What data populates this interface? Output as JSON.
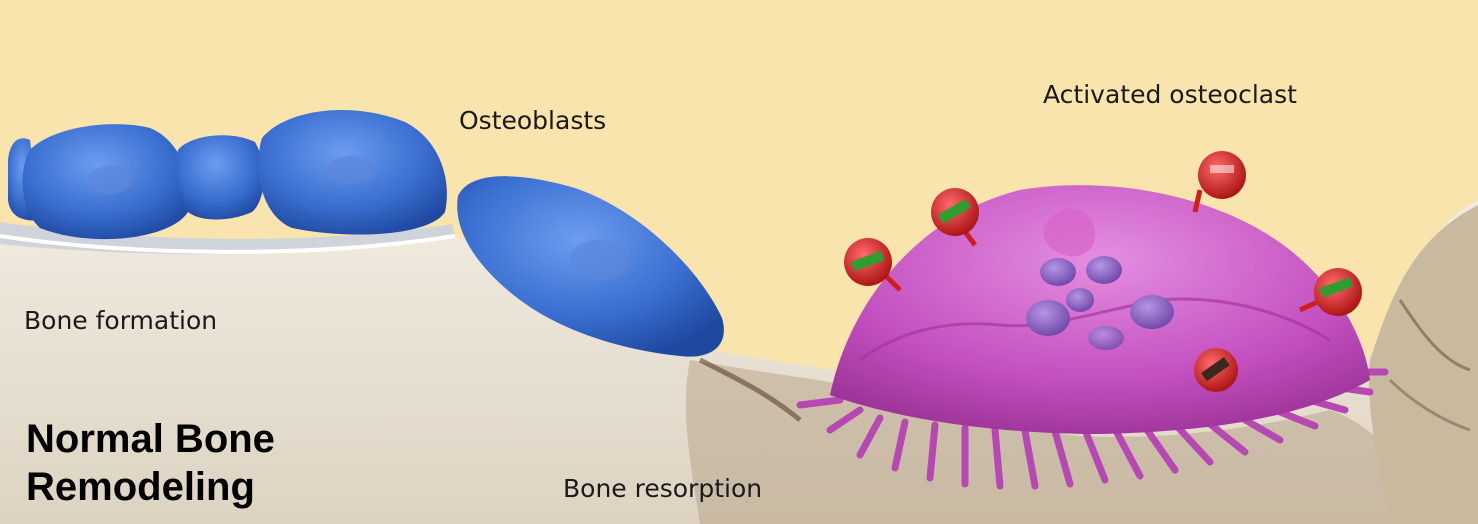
{
  "labels": {
    "osteoblasts": "Osteoblasts",
    "activated_osteoclast": "Activated osteoclast",
    "bone_formation": "Bone formation",
    "bone_resorption": "Bone resorption"
  },
  "title": {
    "line1": "Normal Bone",
    "line2": "Remodeling"
  },
  "colors": {
    "background": "#fae4ad",
    "bone": "#e9e2d4",
    "osteoblast": "#3a6fd1",
    "osteoclast": "#c24fbf",
    "nucleus": "#8f62c6",
    "receptor": "#d01e1e",
    "receptor_band": "#2f9d2f"
  }
}
